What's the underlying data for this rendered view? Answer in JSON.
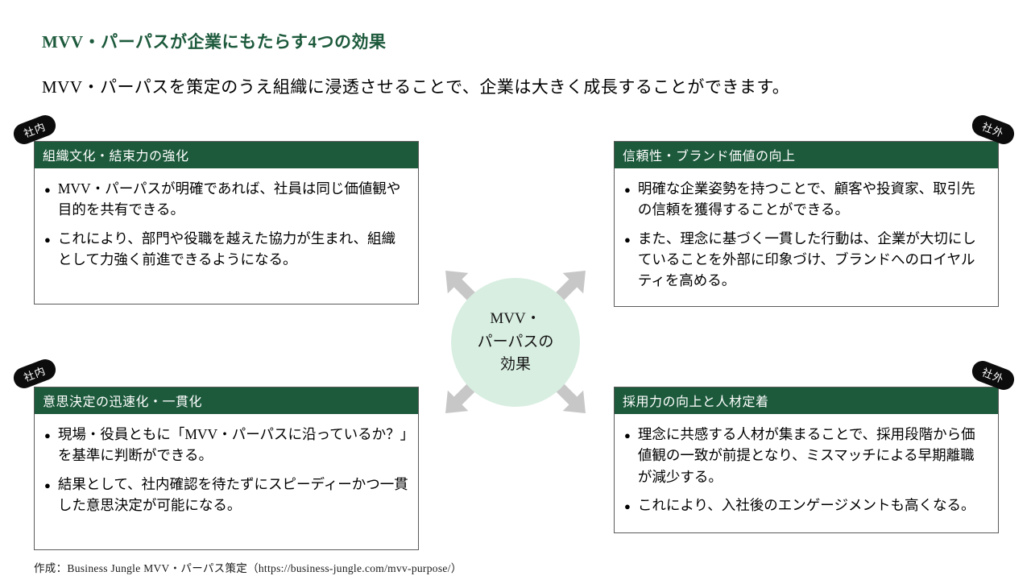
{
  "page": {
    "title": "MVV・パーパスが企業にもたらす4つの効果",
    "subtitle": "MVV・パーパスを策定のうえ組織に浸透させることで、企業は大きく成長することができます。",
    "footer": "作成：Business Jungle MVV・パーパス策定（https://business-jungle.com/mvv-purpose/）"
  },
  "badges": {
    "internal": "社内",
    "external": "社外"
  },
  "center": {
    "line1": "MVV・",
    "line2": "パーパスの",
    "line3": "効果"
  },
  "icons": {
    "bullet": "●"
  },
  "colors": {
    "header_green": "#1d5a3c",
    "title_green": "#1d5a3c",
    "circle_green": "#d8eee1",
    "arrow_gray": "#c7c7c7",
    "badge_black": "#0c0c0c"
  },
  "boxes": [
    {
      "title": "組織文化・結束力の強化",
      "bullets": [
        "MVV・パーパスが明確であれば、社員は同じ価値観や目的を共有できる。",
        "これにより、部門や役職を越えた協力が生まれ、組織として力強く前進できるようになる。"
      ]
    },
    {
      "title": "信頼性・ブランド価値の向上",
      "bullets": [
        "明確な企業姿勢を持つことで、顧客や投資家、取引先の信頼を獲得することができる。",
        "また、理念に基づく一貫した行動は、企業が大切にしていることを外部に印象づけ、ブランドへのロイヤルティを高める。"
      ]
    },
    {
      "title": "意思決定の迅速化・一貫化",
      "bullets": [
        "現場・役員ともに「MVV・パーパスに沿っているか？」を基準に判断ができる。",
        "結果として、社内確認を待たずにスピーディーかつ一貫した意思決定が可能になる。"
      ]
    },
    {
      "title": "採用力の向上と人材定着",
      "bullets": [
        "理念に共感する人材が集まることで、採用段階から価値観の一致が前提となり、ミスマッチによる早期離職が減少する。",
        "これにより、入社後のエンゲージメントも高くなる。"
      ]
    }
  ]
}
